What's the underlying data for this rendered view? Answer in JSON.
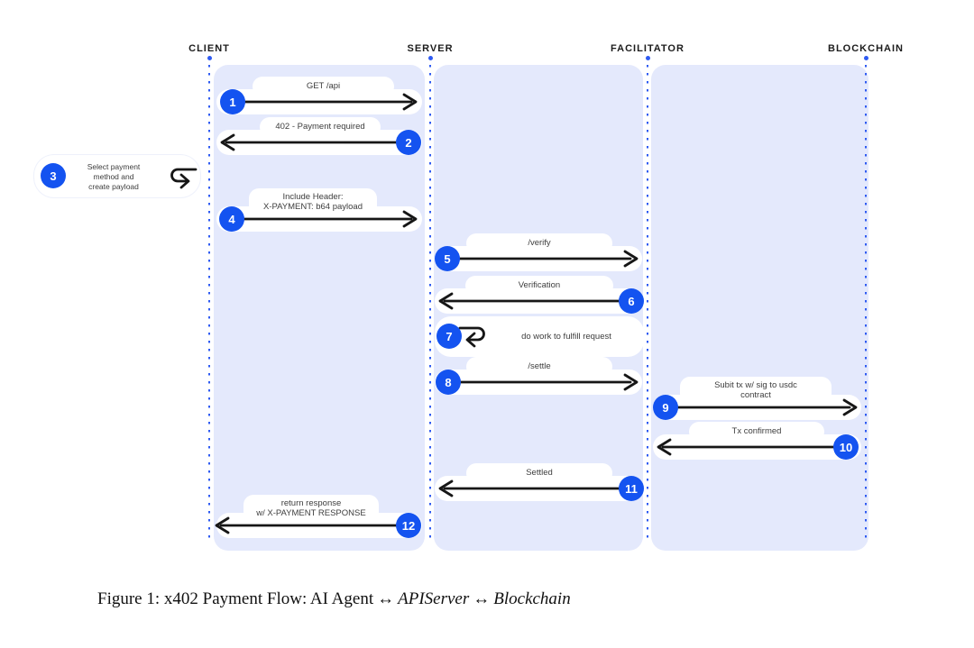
{
  "actors": [
    {
      "label": "CLIENT"
    },
    {
      "label": "SERVER"
    },
    {
      "label": "FACILITATOR"
    },
    {
      "label": "BLOCKCHAIN"
    }
  ],
  "messages": [
    {
      "num": "1",
      "label": "GET /api",
      "from": "CLIENT",
      "to": "SERVER",
      "direction": "right"
    },
    {
      "num": "2",
      "label": "402 - Payment required",
      "from": "SERVER",
      "to": "CLIENT",
      "direction": "left"
    },
    {
      "num": "3",
      "label": "Select payment\nmethod and\ncreate payload",
      "from": "CLIENT",
      "to": "CLIENT",
      "direction": "self"
    },
    {
      "num": "4",
      "label": "Include Header:\nX-PAYMENT: b64 payload",
      "from": "CLIENT",
      "to": "SERVER",
      "direction": "right"
    },
    {
      "num": "5",
      "label": "/verify",
      "from": "SERVER",
      "to": "FACILITATOR",
      "direction": "right"
    },
    {
      "num": "6",
      "label": "Verification",
      "from": "FACILITATOR",
      "to": "SERVER",
      "direction": "left"
    },
    {
      "num": "7",
      "label": "do work to fulfill request",
      "from": "SERVER",
      "to": "SERVER",
      "direction": "self"
    },
    {
      "num": "8",
      "label": "/settle",
      "from": "SERVER",
      "to": "FACILITATOR",
      "direction": "right"
    },
    {
      "num": "9",
      "label": "Subit tx w/ sig to usdc\ncontract",
      "from": "FACILITATOR",
      "to": "BLOCKCHAIN",
      "direction": "right"
    },
    {
      "num": "10",
      "label": "Tx confirmed",
      "from": "BLOCKCHAIN",
      "to": "FACILITATOR",
      "direction": "left"
    },
    {
      "num": "11",
      "label": "Settled",
      "from": "FACILITATOR",
      "to": "SERVER",
      "direction": "left"
    },
    {
      "num": "12",
      "label": "return response\nw/ X-PAYMENT RESPONSE",
      "from": "SERVER",
      "to": "CLIENT",
      "direction": "left"
    }
  ],
  "caption": {
    "prefix": "Figure 1: x402 Payment Flow: AI Agent",
    "sep1": "↔",
    "api_server": "APIServer",
    "sep2": "↔",
    "blockchain": "Blockchain"
  },
  "colors": {
    "accent_blue": "#1453f0",
    "lifeline_blue": "#2f5bf2",
    "panel_lavender": "#e4e9fc",
    "arrow_black": "#161616",
    "label_gray": "#3d3d3d"
  }
}
